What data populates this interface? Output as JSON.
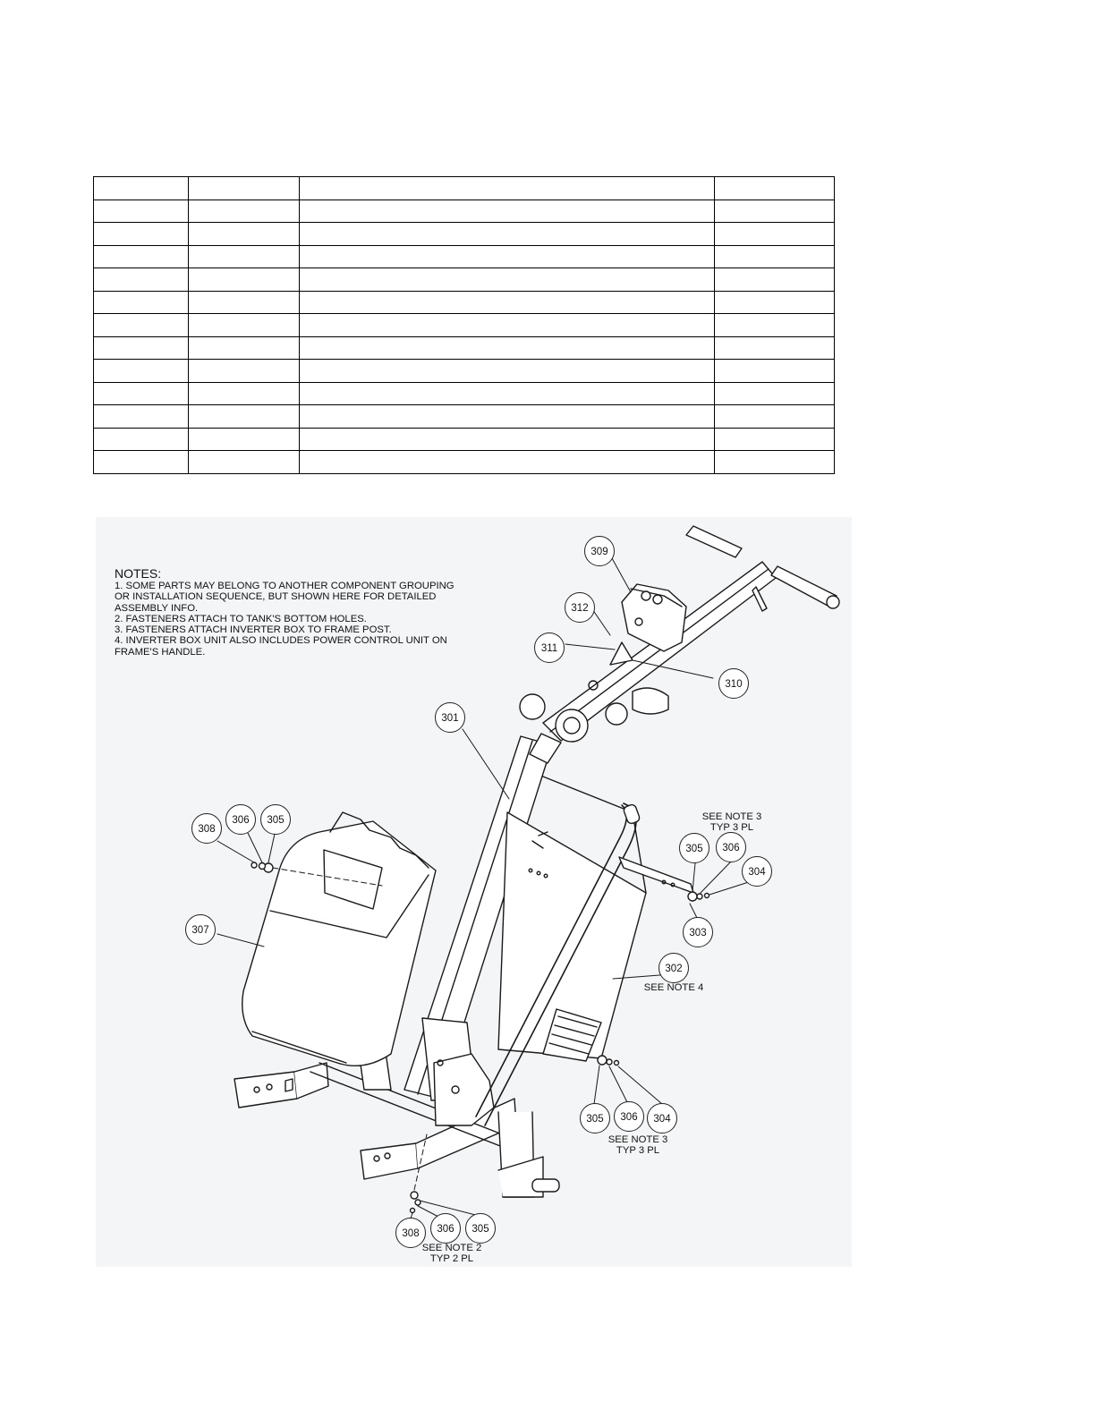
{
  "parts_table": {
    "column_count": 4,
    "rows": [
      [
        "",
        "",
        "",
        ""
      ],
      [
        "",
        "",
        "",
        ""
      ],
      [
        "",
        "",
        "",
        ""
      ],
      [
        "",
        "",
        "",
        ""
      ],
      [
        "",
        "",
        "",
        ""
      ],
      [
        "",
        "",
        "",
        ""
      ],
      [
        "",
        "",
        "",
        ""
      ],
      [
        "",
        "",
        "",
        ""
      ],
      [
        "",
        "",
        "",
        ""
      ],
      [
        "",
        "",
        "",
        ""
      ],
      [
        "",
        "",
        "",
        ""
      ],
      [
        "",
        "",
        "",
        ""
      ],
      [
        "",
        "",
        "",
        ""
      ]
    ]
  },
  "diagram": {
    "notes": {
      "title": "NOTES:",
      "lines": [
        "1.  SOME PARTS MAY BELONG TO ANOTHER COMPONENT GROUPING",
        "OR INSTALLATION SEQUENCE, BUT SHOWN HERE FOR DETAILED",
        "ASSEMBLY INFO.",
        "2.  FASTENERS ATTACH TO TANK'S BOTTOM HOLES.",
        "3.  FASTENERS ATTACH INVERTER BOX TO FRAME POST.",
        "4.  INVERTER BOX UNIT ALSO INCLUDES POWER CONTROL UNIT ON",
        "FRAME'S HANDLE."
      ]
    },
    "balloons": {
      "b309": "309",
      "b312": "312",
      "b311": "311",
      "b310": "310",
      "b301": "301",
      "b308a": "308",
      "b306a": "306",
      "b305a": "305",
      "b307": "307",
      "b305b": "305",
      "b306b": "306",
      "b304b": "304",
      "b303": "303",
      "b302": "302",
      "b305c": "305",
      "b306c": "306",
      "b304c": "304",
      "b308d": "308",
      "b306d": "306",
      "b305d": "305"
    },
    "callouts": {
      "note3_top_line1": "SEE NOTE 3",
      "note3_top_line2": "TYP 3 PL",
      "note4": "SEE NOTE 4",
      "note3_bottom_line1": "SEE NOTE 3",
      "note3_bottom_line2": "TYP 3 PL",
      "note2_line1": "SEE NOTE 2",
      "note2_line2": "TYP 2 PL"
    }
  }
}
